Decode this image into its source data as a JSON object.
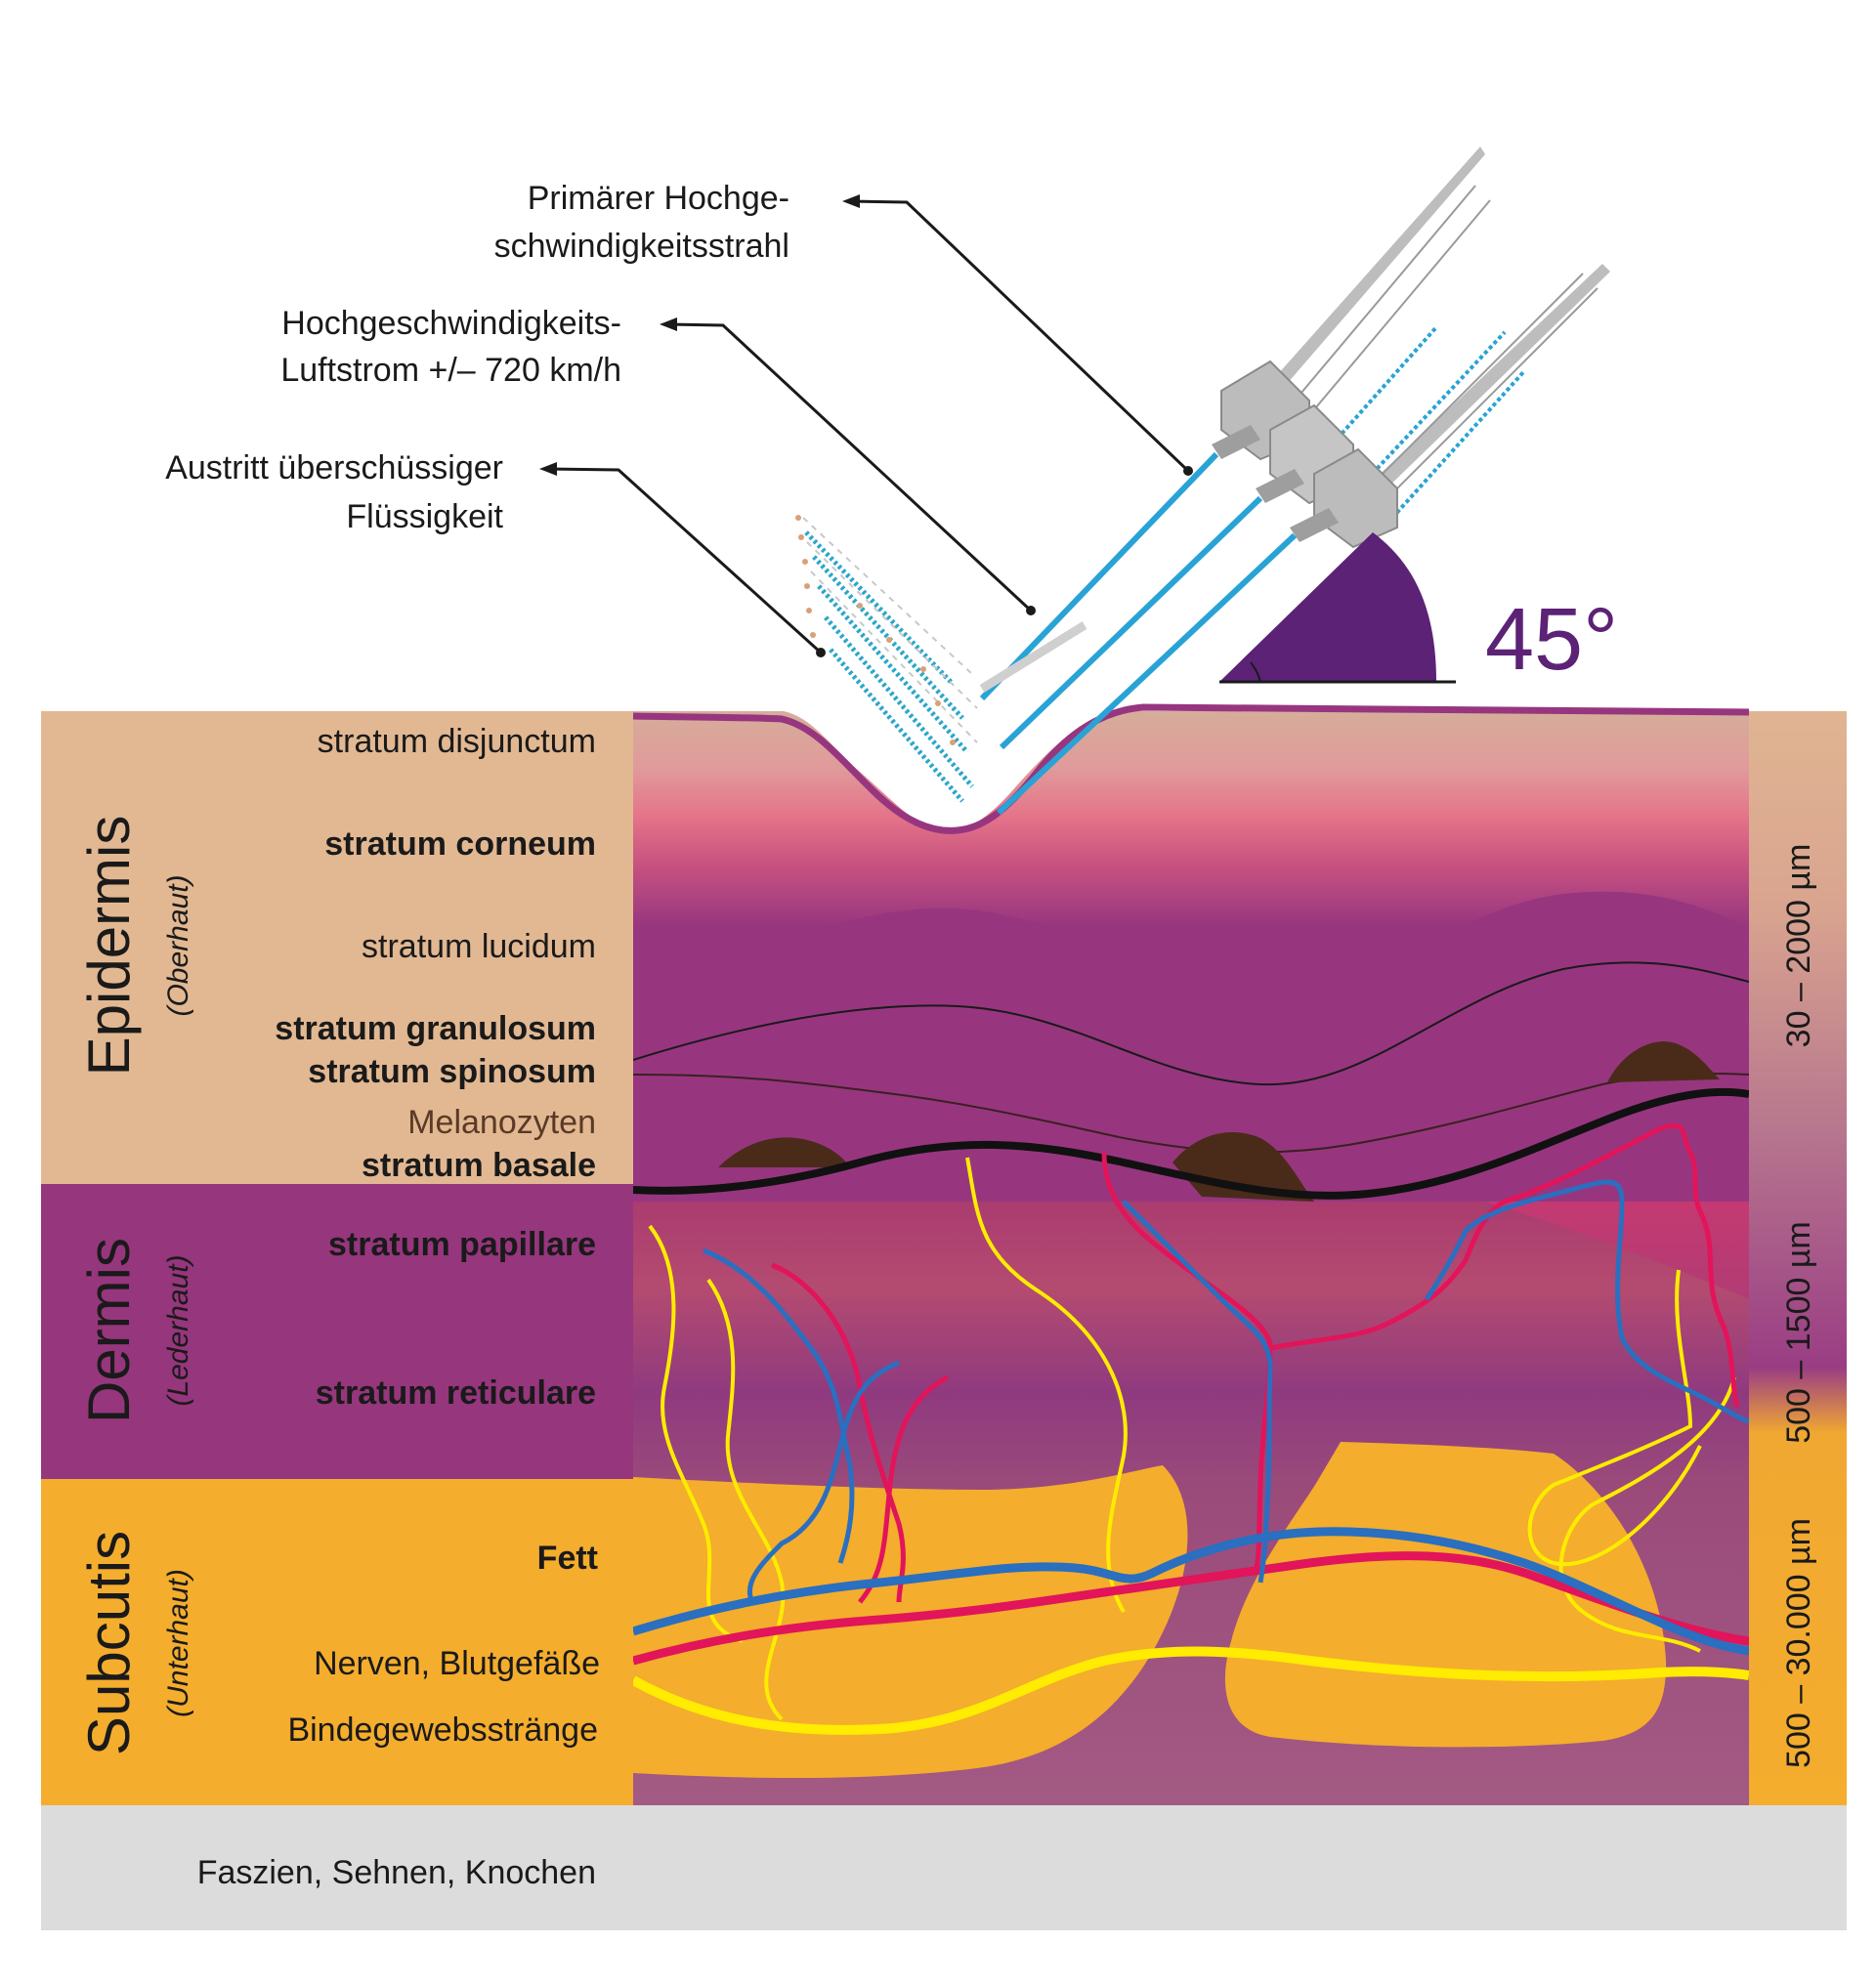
{
  "callouts": {
    "primary_jet": [
      "Primärer Hochge-",
      "schwindigkeitsstrahl"
    ],
    "airflow": [
      "Hochgeschwindigkeits-",
      "Luftstrom +/– 720 km/h"
    ],
    "excess_fluid": [
      "Austritt überschüssiger",
      "Flüssigkeit"
    ]
  },
  "angle_label": "45°",
  "sections": {
    "epidermis": {
      "title": "Epidermis",
      "subtitle": "(Oberhaut)",
      "thickness": "30 – 2000 µm"
    },
    "dermis": {
      "title": "Dermis",
      "subtitle": "(Lederhaut)",
      "thickness": "500 – 1500 µm"
    },
    "subcutis": {
      "title": "Subcutis",
      "subtitle": "(Unterhaut)",
      "thickness": "500 – 30.000 µm"
    },
    "base": {
      "label": "Faszien, Sehnen, Knochen"
    }
  },
  "layers": {
    "disjunctum": "stratum disjunctum",
    "corneum": "stratum corneum",
    "lucidum": "stratum lucidum",
    "granulosum": "stratum granulosum",
    "spinosum": "stratum spinosum",
    "melanozyten": "Melanozyten",
    "basale": "stratum basale",
    "papillare": "stratum papillare",
    "reticulare": "stratum reticulare",
    "fett": "Fett",
    "nerven": "Nerven, Blutgefäße",
    "binde": "Bindegewebsstränge"
  },
  "colors": {
    "epidermis_panel": "#e2b892",
    "dermis_panel": "#96367d",
    "subcutis_panel": "#f4ad2d",
    "base_panel": "#dcdcdc",
    "purple": "#97367f",
    "pink": "#e2537a",
    "angle": "#5b2276",
    "jet_blue": "#29a3d6",
    "nerve_yellow": "#ffec00",
    "vein_blue": "#2a6fc0",
    "artery_red": "#e2145a",
    "melanocyte_brown": "#4a2b1a"
  }
}
